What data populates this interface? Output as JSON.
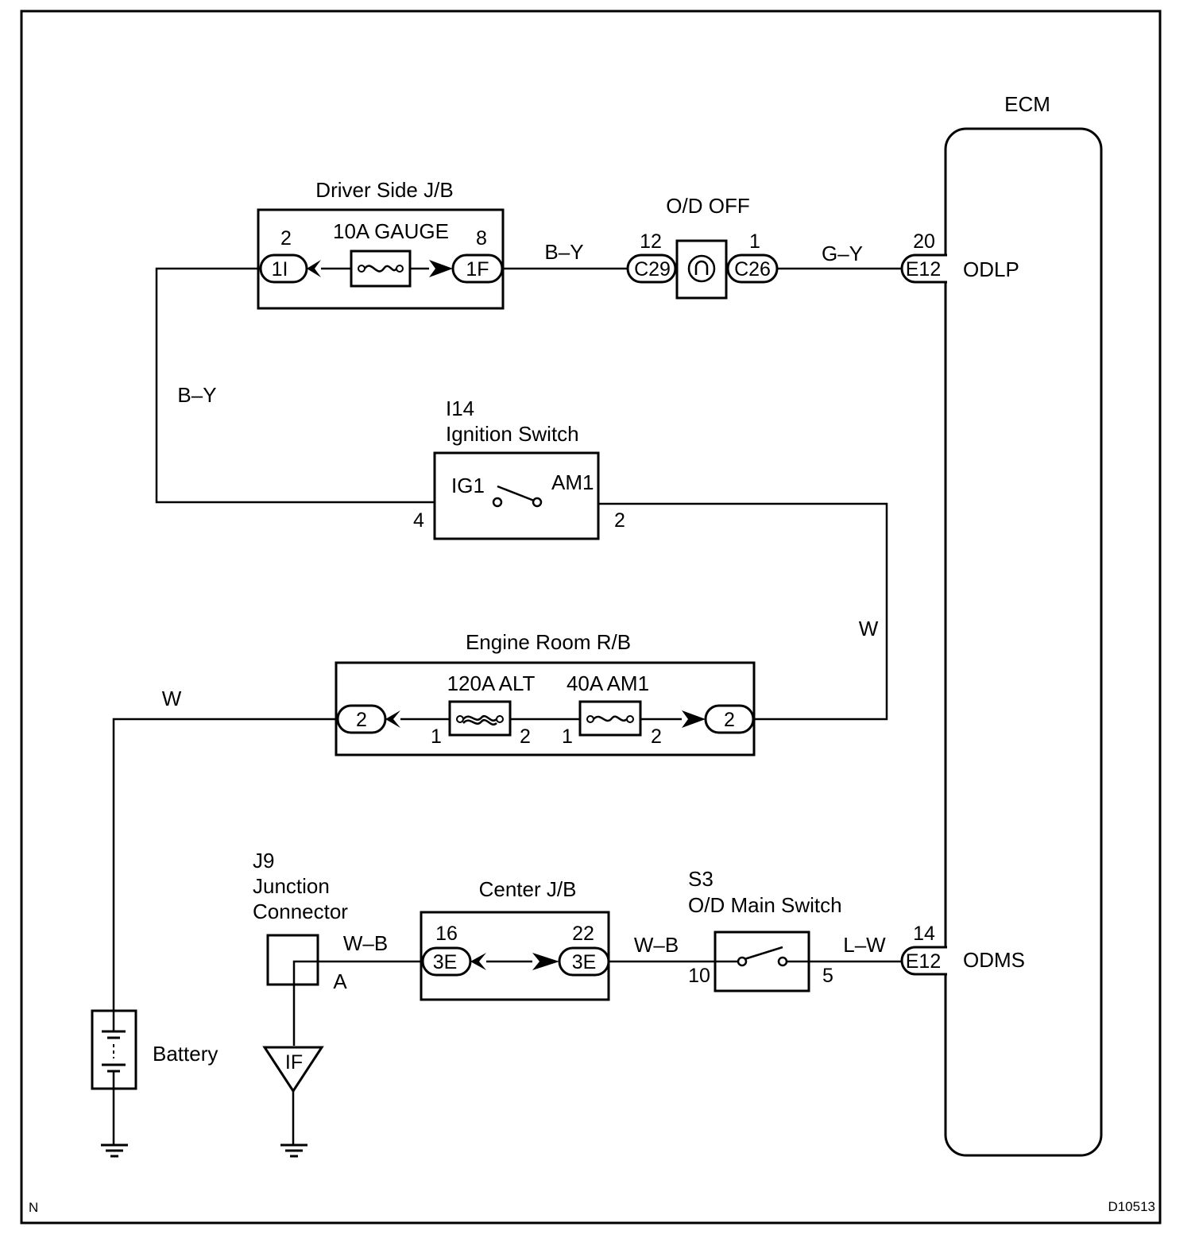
{
  "page": {
    "corner_left": "N",
    "corner_right": "D10513"
  },
  "ecm": {
    "title": "ECM",
    "odlp": {
      "pin": "20",
      "connector": "E12",
      "signal": "ODLP"
    },
    "odms": {
      "pin": "14",
      "connector": "E12",
      "signal": "ODMS"
    }
  },
  "driver_jb": {
    "title": "Driver Side J/B",
    "fuse": "10A GAUGE",
    "left_pin": "2",
    "left_connector": "1I",
    "right_pin": "8",
    "right_connector": "1F"
  },
  "od_off": {
    "title": "O/D OFF",
    "left_pin": "12",
    "left_connector": "C29",
    "right_pin": "1",
    "right_connector": "C26"
  },
  "ignition": {
    "code": "I14",
    "title": "Ignition Switch",
    "left_terminal": "IG1",
    "right_terminal": "AM1",
    "left_pin": "4",
    "right_pin": "2"
  },
  "engine_rb": {
    "title": "Engine Room R/B",
    "fuse1": "120A ALT",
    "fuse2": "40A AM1",
    "left_connector": "2",
    "right_connector": "2",
    "fuse1_pin_left": "1",
    "fuse1_pin_right": "2",
    "fuse2_pin_left": "1",
    "fuse2_pin_right": "2"
  },
  "junction": {
    "code": "J9",
    "line1": "Junction",
    "line2": "Connector",
    "terminal": "A"
  },
  "center_jb": {
    "title": "Center J/B",
    "left_pin": "16",
    "left_connector": "3E",
    "right_pin": "22",
    "right_connector": "3E"
  },
  "od_main": {
    "code": "S3",
    "title": "O/D Main Switch",
    "left_pin": "10",
    "right_pin": "5"
  },
  "battery": {
    "label": "Battery"
  },
  "ground_point": {
    "label": "IF"
  },
  "wires": {
    "b_y_top": "B–Y",
    "g_y": "G–Y",
    "b_y_left": "B–Y",
    "w_right": "W",
    "w_left": "W",
    "w_b_left": "W–B",
    "w_b_right": "W–B",
    "l_w": "L–W"
  }
}
